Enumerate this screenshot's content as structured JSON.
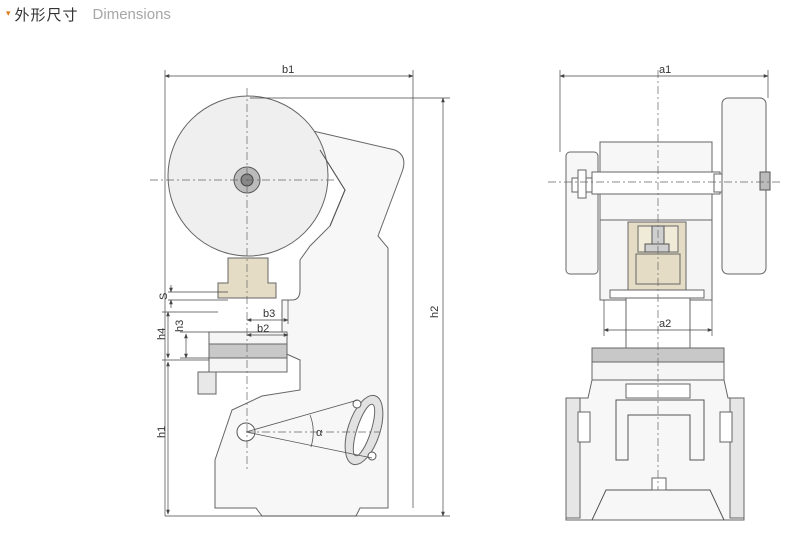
{
  "header": {
    "marker": "▾",
    "title_cn": "外形尺寸",
    "title_en": "Dimensions"
  },
  "labels": {
    "b1": "b1",
    "h2": "h2",
    "S": "S",
    "b3": "b3",
    "b2": "b2",
    "h4": "h4",
    "h3": "h3",
    "h1": "h1",
    "alpha": "α",
    "a1": "a1",
    "a2": "a2"
  },
  "colors": {
    "marker": "#e07b1a",
    "slide": "#e4dcc4",
    "bolster": "#c8c8c8"
  }
}
